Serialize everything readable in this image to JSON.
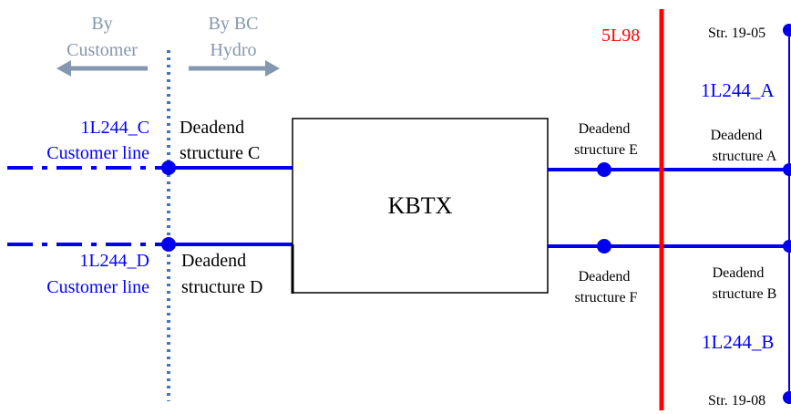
{
  "labels": {
    "by_customer_line1": "By",
    "by_customer_line2": "Customer",
    "by_bchydro_line1": "By BC",
    "by_bchydro_line2": "Hydro",
    "line_5l98": "5L98",
    "str_19_05": "Str. 19-05",
    "str_19_08": "Str. 19-08",
    "line_1l244_a": "1L244_A",
    "line_1l244_b": "1L244_B",
    "line_1l244_c": "1L244_C",
    "line_1l244_d": "1L244_D",
    "customer_line_c": "Customer line",
    "customer_line_d": "Customer line",
    "deadend_c_line1": "Deadend",
    "deadend_c_line2": "structure C",
    "deadend_d_line1": "Deadend",
    "deadend_d_line2": "structure D",
    "deadend_e_line1": "Deadend",
    "deadend_e_line2": "structure E",
    "deadend_f_line1": "Deadend",
    "deadend_f_line2": "structure F",
    "deadend_a_line1": "Deadend",
    "deadend_a_line2": "structure A",
    "deadend_b_line1": "Deadend",
    "deadend_b_line2": "structure B",
    "substation": "KBTX"
  },
  "colors": {
    "line_blue": "#0000ee",
    "text_blue": "#0000ff",
    "red": "#ff0000",
    "arrow_gray": "#8497b0",
    "boundary_blue": "#4472c4",
    "black": "#000000"
  }
}
